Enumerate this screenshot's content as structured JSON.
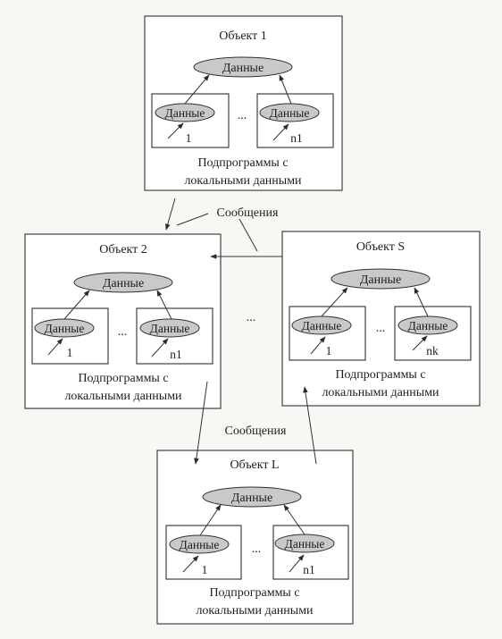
{
  "objects": [
    {
      "title": "Объект 1",
      "data_label": "Данные",
      "sub_left": {
        "label": "Данные",
        "index": "1"
      },
      "sub_right": {
        "label": "Данные",
        "index": "n1"
      },
      "dots": "...",
      "caption_line1": "Подпрограммы с",
      "caption_line2": "локальными данными"
    },
    {
      "title": "Объект 2",
      "data_label": "Данные",
      "sub_left": {
        "label": "Данные",
        "index": "1"
      },
      "sub_right": {
        "label": "Данные",
        "index": "n1"
      },
      "dots": "...",
      "caption_line1": "Подпрограммы с",
      "caption_line2": "локальными данными"
    },
    {
      "title": "Объект S",
      "data_label": "Данные",
      "sub_left": {
        "label": "Данные",
        "index": "1"
      },
      "sub_right": {
        "label": "Данные",
        "index": "nk"
      },
      "dots": "...",
      "caption_line1": "Подпрограммы с",
      "caption_line2": "локальными данными"
    },
    {
      "title": "Объект L",
      "data_label": "Данные",
      "sub_left": {
        "label": "Данные",
        "index": "1"
      },
      "sub_right": {
        "label": "Данные",
        "index": "n1"
      },
      "dots": "...",
      "caption_line1": "Подпрограммы с",
      "caption_line2": "локальными данными"
    }
  ],
  "messages_top": "Сообщения",
  "messages_bottom": "Сообщения",
  "between_objects_dots": "..."
}
